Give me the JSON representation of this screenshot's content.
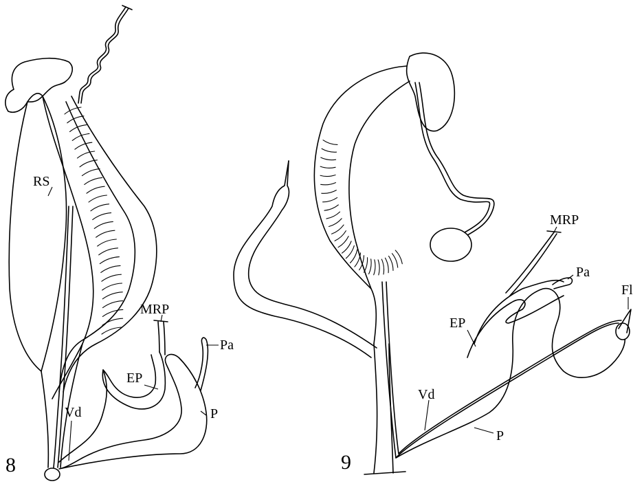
{
  "figures": [
    {
      "number": "8",
      "labels": {
        "rs": "RS",
        "mrp": "MRP",
        "pa": "Pa",
        "ep": "EP",
        "vd": "Vd",
        "p": "P"
      }
    },
    {
      "number": "9",
      "labels": {
        "mrp": "MRP",
        "pa": "Pa",
        "fl": "Fl",
        "ep": "EP",
        "vd": "Vd",
        "p": "P"
      }
    }
  ]
}
